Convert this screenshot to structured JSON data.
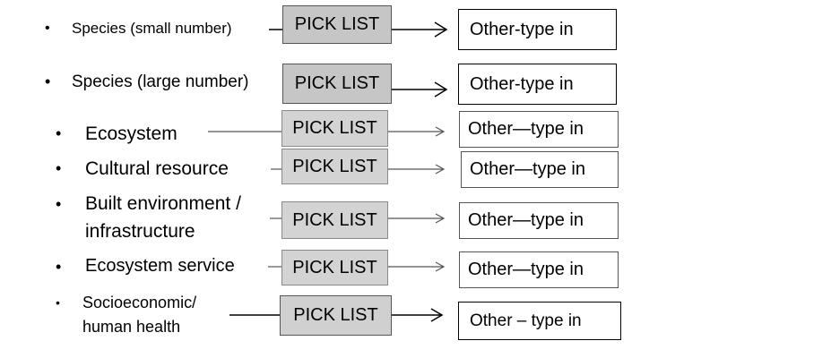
{
  "bullet_glyph": "•",
  "rows": [
    {
      "label": "Species (small number)",
      "pick": "PICK LIST",
      "other": "Other-type in"
    },
    {
      "label": "Species (large number)",
      "pick": "PICK LIST",
      "other": "Other-type in"
    },
    {
      "label": "Ecosystem",
      "pick": "PICK LIST",
      "other": "Other—type in"
    },
    {
      "label": "Cultural resource",
      "pick": "PICK LIST",
      "other": "Other—type in"
    },
    {
      "label_line1": "Built environment /",
      "label_line2": "infrastructure",
      "pick": "PICK LIST",
      "other": "Other—type in"
    },
    {
      "label": "Ecosystem service",
      "pick": "PICK LIST",
      "other": "Other—type in"
    },
    {
      "label_line1": "Socioeconomic/",
      "label_line2": "human health",
      "pick": "PICK LIST",
      "other": "Other – type in"
    }
  ]
}
